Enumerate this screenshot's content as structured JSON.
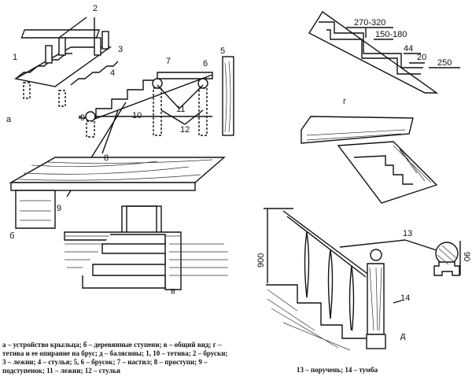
{
  "figures": {
    "a": "а",
    "b": "б",
    "v": "в",
    "g": "г",
    "d": "д"
  },
  "labels": {
    "n1": "1",
    "n2": "2",
    "n3": "3",
    "n4": "4",
    "n5": "5",
    "n6": "6",
    "n7": "7",
    "n8": "8",
    "n9": "9",
    "n9b": "9",
    "n10": "10",
    "n11": "11",
    "n12": "12",
    "n13": "13",
    "n14": "14"
  },
  "dimensions": {
    "d1": "270-320",
    "d2": "150-180",
    "d3": "44",
    "d4": "20",
    "d5": "250",
    "h900": "900",
    "h90": "90"
  },
  "captions": {
    "left_lines": [
      "а – устройство крыльца; б – деревянные ступени; в – общий вид; г –",
      "тетива и ее опирание на брус; д – балясины; 1, 10 – тетива; 2 – бруски;",
      "3 – лежни; 4 – стулья; 5, 6 – брусок; 7 – настил; 8 – проступи; 9 –",
      "подступенок; 11 – лежни; 12 – стулья"
    ],
    "right": "13 – поручень; 14 – тумба"
  }
}
